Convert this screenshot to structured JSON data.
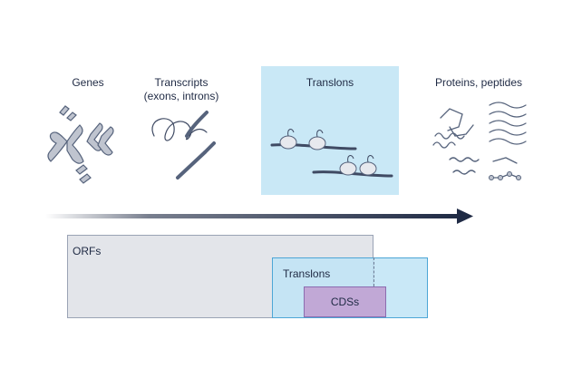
{
  "stages": {
    "genes": "Genes",
    "transcripts_line1": "Transcripts",
    "transcripts_line2": "(exons, introns)",
    "translons": "Translons",
    "proteins": "Proteins, peptides"
  },
  "boxes": {
    "orfs": "ORFs",
    "translons": "Translons",
    "cds": "CDSs"
  },
  "colors": {
    "highlight": "#c9e8f6",
    "arrow": "#1f2a44",
    "orfs": "#e3e5ea",
    "translons": "#bfe4f6",
    "cds": "#c1a8d6"
  }
}
